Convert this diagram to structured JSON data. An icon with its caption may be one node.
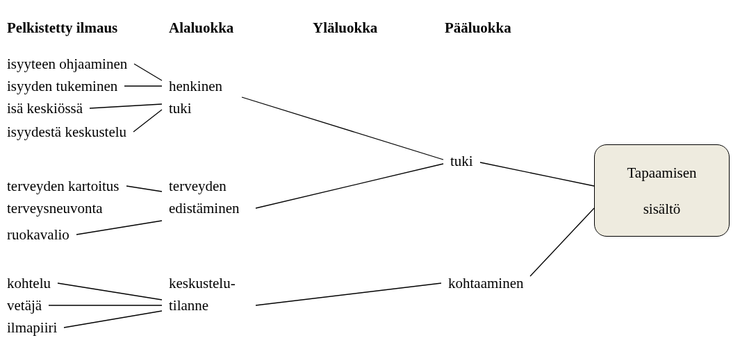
{
  "diagram": {
    "nodes": [
      {
        "text": [
          "isyyteen ohjaaminen"
        ]
      },
      {
        "text": [
          "isyyden tukeminen"
        ]
      },
      {
        "text": [
          "isä keskiössä"
        ]
      },
      {
        "text": [
          "isyydestä keskustelu"
        ]
      },
      {
        "text": [
          "henkinen tuki"
        ]
      },
      {
        "text": [
          "terveyden kartoitus"
        ]
      },
      {
        "text": [
          "terveysneuvonta"
        ]
      },
      {
        "text": [
          "ruokavalio"
        ]
      },
      {
        "text": [
          "terveyden edistäminen"
        ]
      },
      {
        "text": [
          "kohtelu"
        ]
      },
      {
        "text": [
          "vetäjä"
        ]
      },
      {
        "text": [
          "ilmapiiri"
        ]
      },
      {
        "text": [
          "keskustelu- tilanne"
        ]
      },
      {
        "text": [
          "tuki"
        ]
      },
      {
        "text": [
          "kohtaaminen"
        ]
      },
      {
        "text": [
          "Tapaamisen sisältö"
        ]
      }
    ],
    "edges": [
      {
        "from": 0,
        "to": 4,
        "arrow": "none"
      },
      {
        "from": 1,
        "to": 4,
        "arrow": "none"
      },
      {
        "from": 2,
        "to": 4,
        "arrow": "none"
      },
      {
        "from": 3,
        "to": 4,
        "arrow": "none"
      },
      {
        "from": 4,
        "to": 13,
        "arrow": "none"
      },
      {
        "from": 5,
        "to": 8,
        "arrow": "none"
      },
      {
        "from": 7,
        "to": 8,
        "arrow": "none"
      },
      {
        "from": 8,
        "to": 13,
        "arrow": "none"
      },
      {
        "from": 9,
        "to": 12,
        "arrow": "none"
      },
      {
        "from": 10,
        "to": 12,
        "arrow": "none"
      },
      {
        "from": 11,
        "to": 12,
        "arrow": "none"
      },
      {
        "from": 12,
        "to": 14,
        "arrow": "none"
      },
      {
        "from": 13,
        "to": 15,
        "arrow": "none"
      },
      {
        "from": 14,
        "to": 15,
        "arrow": "none"
      }
    ],
    "labels": [
      "Pelkistetty ilmaus",
      "Alaluokka",
      "Yläluokka",
      "Pääluokka"
    ]
  }
}
